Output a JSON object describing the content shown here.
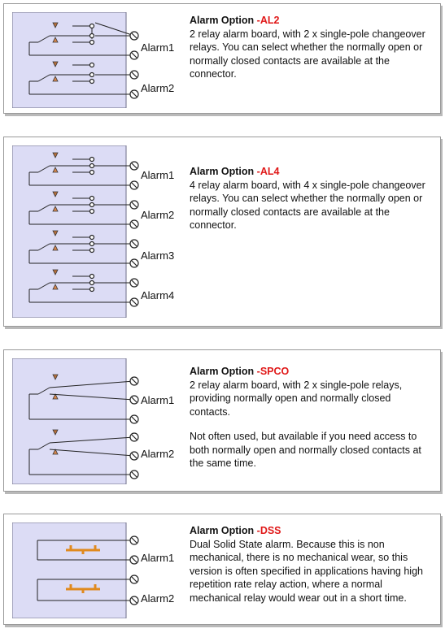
{
  "options": [
    {
      "title_prefix": "Alarm Option ",
      "code": "-AL2",
      "description": "2 relay alarm board, with 2 x single-pole changeover relays. You can select whether the normally open or normally closed contacts are available at the connector.",
      "note": "",
      "alarms": [
        "Alarm1",
        "Alarm2"
      ]
    },
    {
      "title_prefix": "Alarm Option ",
      "code": "-AL4",
      "description": "4 relay alarm board, with 4 x single-pole changeover relays. You can select whether the normally open or normally closed contacts are available at the connector.",
      "note": "",
      "alarms": [
        "Alarm1",
        "Alarm2",
        "Alarm3",
        "Alarm4"
      ]
    },
    {
      "title_prefix": "Alarm Option ",
      "code": "-SPCO",
      "description": "2 relay alarm board, with 2 x single-pole relays, providing normally open and normally closed contacts.",
      "note": "Not often used, but available if you need access to both normally open and normally closed contacts at the same time.",
      "alarms": [
        "Alarm1",
        "Alarm2"
      ]
    },
    {
      "title_prefix": "Alarm Option ",
      "code": "-DSS",
      "description": "Dual Solid State alarm. Because this is non mechanical, there is no mechanical wear, so this version is often specified in applications having high repetition rate relay action, where a normal mechanical relay would wear out in a short time.",
      "note": "",
      "alarms": [
        "Alarm1",
        "Alarm2"
      ]
    }
  ],
  "colors": {
    "option_code": "#e01818",
    "panel": "#dcdcf5",
    "solid_state_switch": "#e08a1e",
    "relay_arrow": "#b8703c"
  }
}
